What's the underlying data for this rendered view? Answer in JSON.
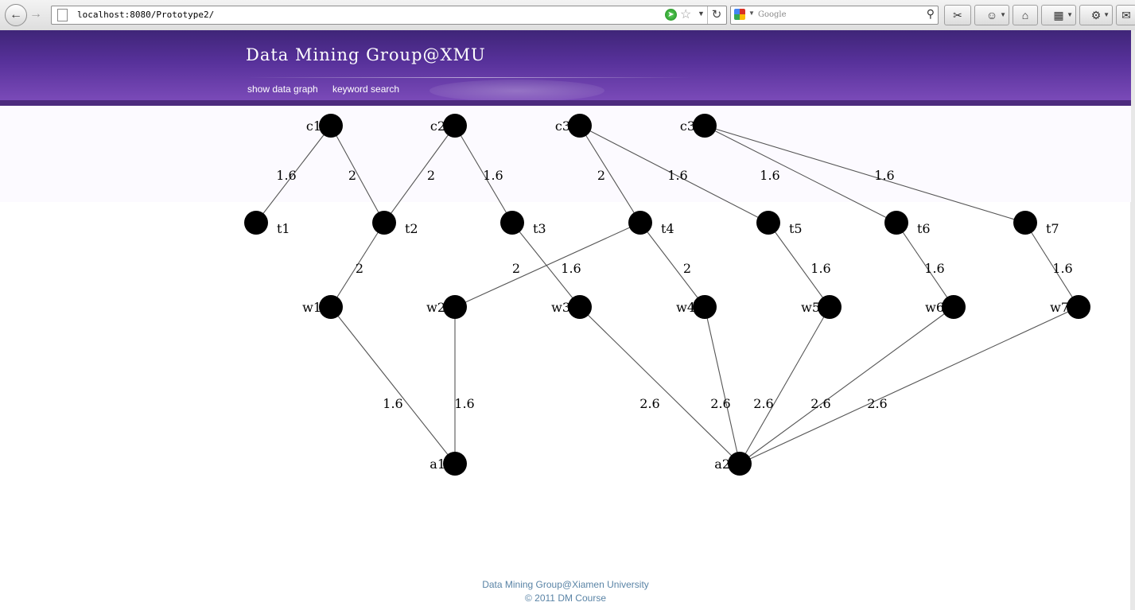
{
  "browser": {
    "url": "localhost:8080/Prototype2/",
    "search_placeholder": "Google"
  },
  "header": {
    "title": "Data Mining Group@XMU",
    "nav": [
      "show data graph",
      "keyword search"
    ]
  },
  "graph": {
    "nodes": [
      {
        "id": "c1",
        "label": "c1"
      },
      {
        "id": "c2",
        "label": "c2"
      },
      {
        "id": "c3a",
        "label": "c3"
      },
      {
        "id": "c3b",
        "label": "c3"
      },
      {
        "id": "t1",
        "label": "t1"
      },
      {
        "id": "t2",
        "label": "t2"
      },
      {
        "id": "t3",
        "label": "t3"
      },
      {
        "id": "t4",
        "label": "t4"
      },
      {
        "id": "t5",
        "label": "t5"
      },
      {
        "id": "t6",
        "label": "t6"
      },
      {
        "id": "t7",
        "label": "t7"
      },
      {
        "id": "w1",
        "label": "w1"
      },
      {
        "id": "w2",
        "label": "w2"
      },
      {
        "id": "w3",
        "label": "w3"
      },
      {
        "id": "w4",
        "label": "w4"
      },
      {
        "id": "w5",
        "label": "w5"
      },
      {
        "id": "w6",
        "label": "w6"
      },
      {
        "id": "w7",
        "label": "w7"
      },
      {
        "id": "a1",
        "label": "a1"
      },
      {
        "id": "a2",
        "label": "a2"
      }
    ],
    "edges": [
      {
        "from": "c1",
        "to": "t1",
        "weight": "1.6"
      },
      {
        "from": "c1",
        "to": "t2",
        "weight": "2"
      },
      {
        "from": "c2",
        "to": "t2",
        "weight": "2"
      },
      {
        "from": "c2",
        "to": "t3",
        "weight": "1.6"
      },
      {
        "from": "c3a",
        "to": "t4",
        "weight": "2"
      },
      {
        "from": "c3a",
        "to": "t5",
        "weight": "1.6"
      },
      {
        "from": "c3b",
        "to": "t6",
        "weight": "1.6"
      },
      {
        "from": "c3b",
        "to": "t7",
        "weight": "1.6"
      },
      {
        "from": "t2",
        "to": "w1",
        "weight": "2"
      },
      {
        "from": "t4",
        "to": "w2",
        "weight": "2"
      },
      {
        "from": "t3",
        "to": "w3",
        "weight": "1.6"
      },
      {
        "from": "t4",
        "to": "w4",
        "weight": "2"
      },
      {
        "from": "t5",
        "to": "w5",
        "weight": "1.6"
      },
      {
        "from": "t6",
        "to": "w6",
        "weight": "1.6"
      },
      {
        "from": "t7",
        "to": "w7",
        "weight": "1.6"
      },
      {
        "from": "w1",
        "to": "a1",
        "weight": "1.6"
      },
      {
        "from": "w2",
        "to": "a1",
        "weight": "1.6"
      },
      {
        "from": "w3",
        "to": "a2",
        "weight": "2.6"
      },
      {
        "from": "w4",
        "to": "a2",
        "weight": "2.6"
      },
      {
        "from": "w5",
        "to": "a2",
        "weight": "2.6"
      },
      {
        "from": "w6",
        "to": "a2",
        "weight": "2.6"
      },
      {
        "from": "w7",
        "to": "a2",
        "weight": "2.6"
      }
    ]
  },
  "footer": {
    "line1": "Data Mining Group@Xiamen University",
    "line2": "© 2011 DM Course"
  }
}
